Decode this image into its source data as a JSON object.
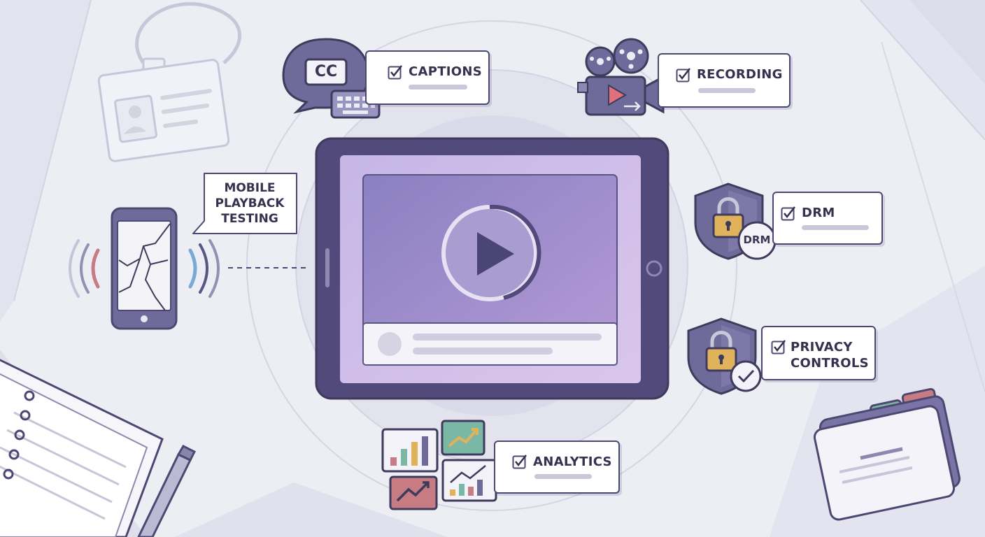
{
  "callout": {
    "text": "MOBILE\nPLAYBACK\nTESTING"
  },
  "features": {
    "captions": {
      "label": "CAPTIONS",
      "badge": "CC"
    },
    "recording": {
      "label": "RECORDING"
    },
    "drm": {
      "label": "DRM",
      "badge": "DRM"
    },
    "privacy": {
      "label": "PRIVACY\nCONTROLS"
    },
    "analytics": {
      "label": "ANALYTICS"
    }
  },
  "icons": {
    "captions": "speech-bubble-cc-icon",
    "keyboard": "keyboard-icon",
    "recording": "movie-camera-icon",
    "drm": "shield-lock-icon",
    "privacy": "shield-lock-check-icon",
    "analytics": "chart-tiles-icon",
    "play": "play-icon",
    "phone": "cracked-phone-icon",
    "badge": "id-badge-icon",
    "notebook": "spiral-notebook-icon",
    "pen": "pen-icon",
    "folder": "folder-icon"
  },
  "colors": {
    "outline": "#4d4872",
    "tablet": "#514a7a",
    "screen": "#9b8ac8",
    "lock": "#e0b25c",
    "accent_red": "#e0707c",
    "accent_green": "#7ec2ac"
  }
}
